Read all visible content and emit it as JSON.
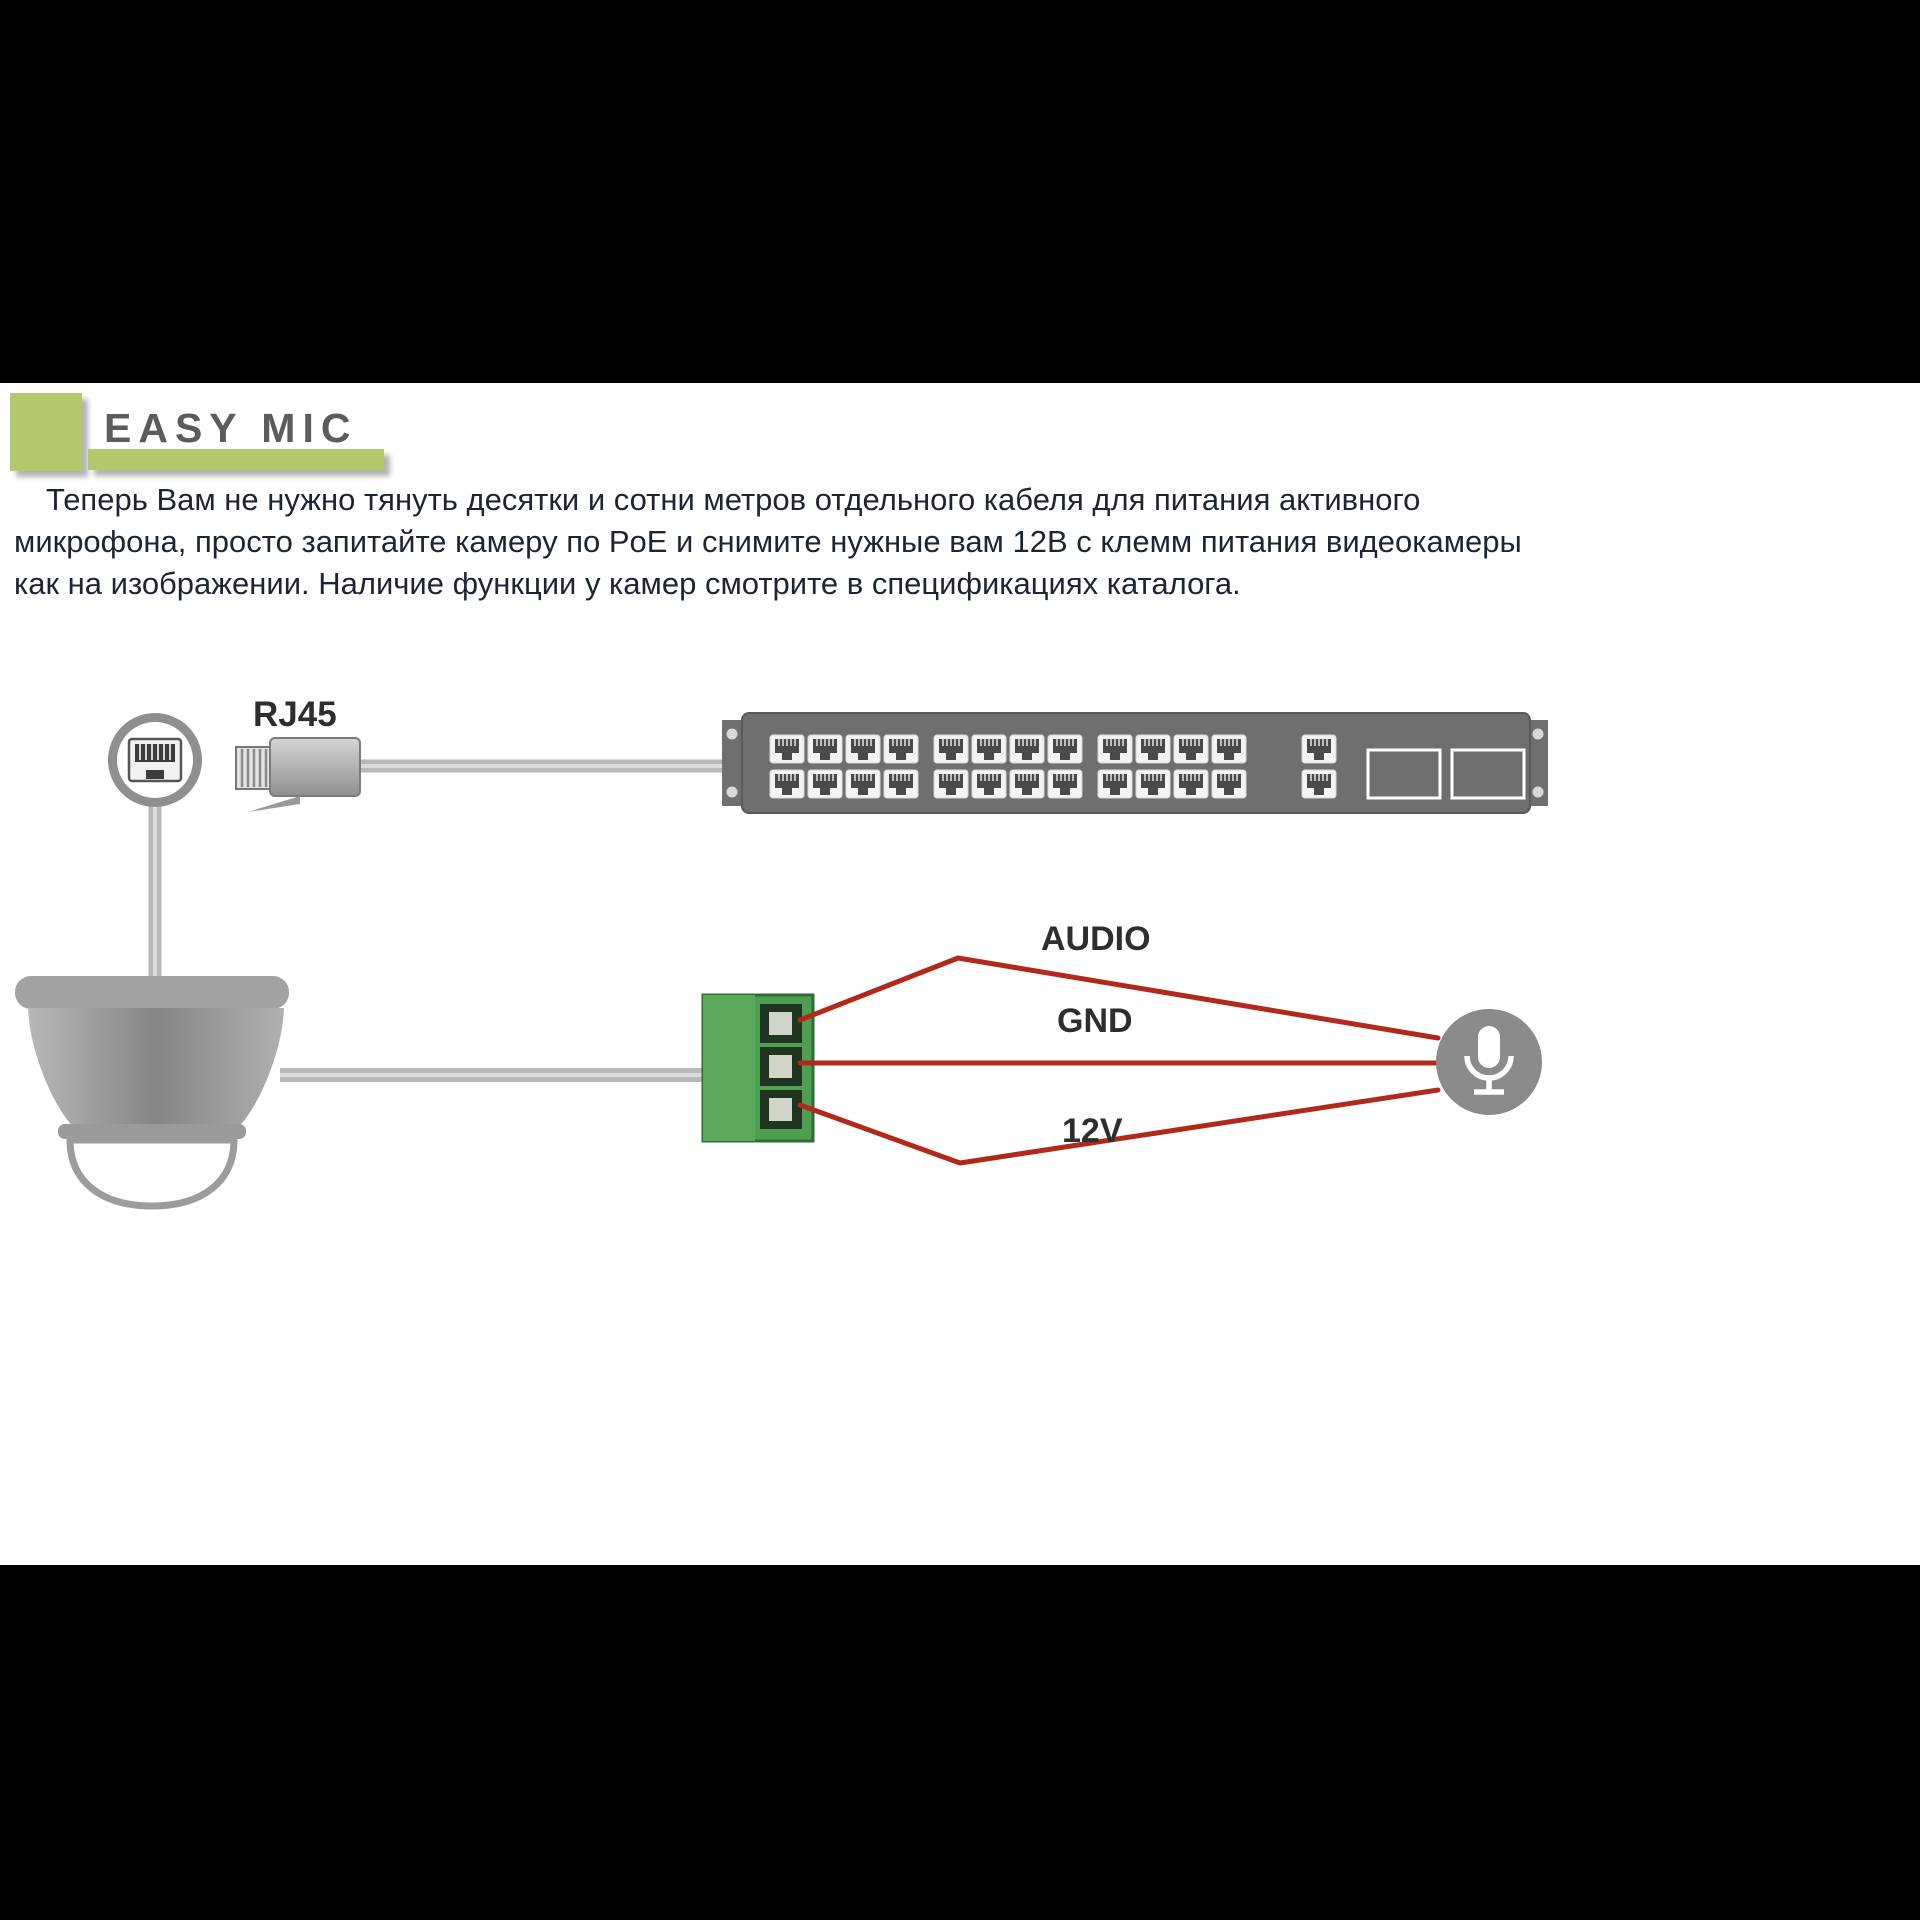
{
  "header": {
    "title": "EASY MIC",
    "accent_color": "#b4c86e"
  },
  "paragraph": "Теперь Вам не нужно тянуть десятки и сотни метров отдельного кабеля для питания активного микрофона, просто запитайте камеру по PoE и снимите нужные вам 12В с клемм питания видеокамеры как на изображении. Наличие функции у камер смотрите в спецификациях каталога.",
  "diagram": {
    "rj45_label": "RJ45",
    "wire_labels": {
      "audio": "AUDIO",
      "gnd": "GND",
      "v12": "12V"
    },
    "wire_color": "#b2291c",
    "cable_color": "#b9b9b9",
    "switch_color": "#6f6f6f",
    "terminal_color": "#4f9e52"
  }
}
